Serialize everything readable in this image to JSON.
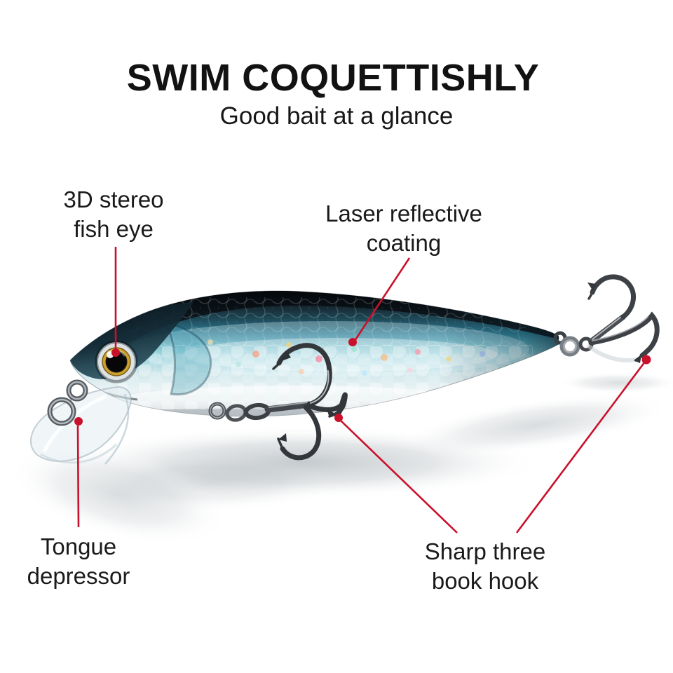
{
  "header": {
    "title": "SWIM COQUETTISHLY",
    "subtitle": "Good bait at a glance"
  },
  "callouts": {
    "fish_eye": {
      "line1": "3D stereo",
      "line2": "fish eye"
    },
    "coating": {
      "line1": "Laser reflective",
      "line2": "coating"
    },
    "tongue": {
      "line1": "Tongue",
      "line2": "depressor"
    },
    "hook": {
      "line1": "Sharp three",
      "line2": "book hook"
    }
  },
  "colors": {
    "accent": "#c9112b",
    "text": "#151515",
    "background": "#ffffff"
  }
}
